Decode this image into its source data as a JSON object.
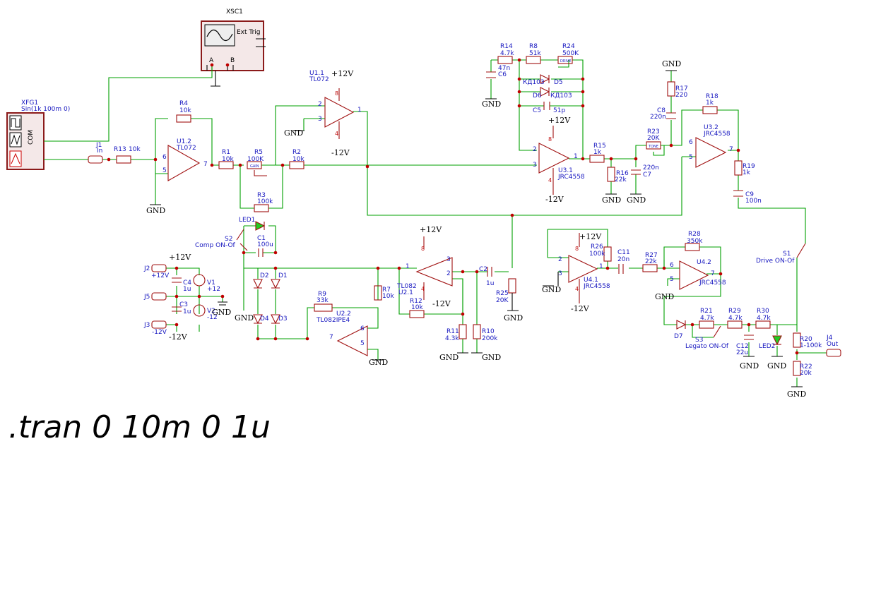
{
  "spice_directive": ".tran 0 10m 0 1u",
  "instruments": {
    "scope": {
      "name": "XSC1",
      "ext_trig": "Ext Trig",
      "ch_a": "A",
      "ch_b": "B"
    },
    "fgen": {
      "name": "XFG1",
      "params": "Sin(1k 100m 0)",
      "com": "COM"
    }
  },
  "labels": {
    "j1": "J1",
    "j1_sub": "In",
    "r13": "R13",
    "r13_val": "10k",
    "r4": "R4",
    "r4_val": "10k",
    "u12": "U1.2",
    "u12_part": "TL072",
    "u11": "U1.1",
    "u11_part": "TL072",
    "r1": "R1",
    "r1_val": "10k",
    "r5": "R5",
    "r5_val": "100K",
    "r5_tag": "GAIN",
    "r2": "R2",
    "r2_val": "10k",
    "r3": "R3",
    "r3_val": "100k",
    "r14": "R14",
    "r14_val": "4.7k",
    "r8": "R8",
    "r8_val": "51k",
    "r24": "R24",
    "r24_val": "500K",
    "r24_tag": "DRIVE",
    "c6": "C6",
    "c6_val": "47n",
    "d5": "D5",
    "d5_part": "КД103",
    "d6": "D6",
    "d6_part": "КД103",
    "c5": "C5",
    "c5_val": "51p",
    "u31": "U3.1",
    "u31_part": "JRC4558",
    "r15": "R15",
    "r15_val": "1k",
    "r16": "R16",
    "r16_val": "22k",
    "c7": "C7",
    "c7_val": "220n",
    "r17": "R17",
    "r17_val": "220",
    "c8": "C8",
    "c8_val": "220n",
    "r23": "R23",
    "r23_val": "20K",
    "r23_tag": "TONE",
    "r18": "R18",
    "r18_val": "1k",
    "u32": "U3.2",
    "u32_part": "JRC4558",
    "r19": "R19",
    "r19_val": "1k",
    "c9": "C9",
    "c9_val": "100n",
    "led1": "LED1",
    "s2": "S2",
    "s2_sub": "Comp ON-Of",
    "c1": "C1",
    "c1_val": "100u",
    "d1": "D1",
    "d2": "D2",
    "d3": "D3",
    "d4": "D4",
    "r9": "R9",
    "r9_val": "33k",
    "u22": "U2.2",
    "u22_part": "TL082IPE4",
    "r7": "R7",
    "r7_val": "10k",
    "u21": "U2.1",
    "u21_part": "TL082",
    "r12": "R12",
    "r12_val": "10k",
    "c2": "C2",
    "c2_val": "1u",
    "r25": "R25",
    "r25_val": "20K",
    "r11": "R11",
    "r11_val": "4.3k",
    "r10": "R10",
    "r10_val": "200k",
    "r26": "R26",
    "r26_val": "100k",
    "c11": "C11",
    "c11_val": "20n",
    "r27": "R27",
    "r27_val": "22k",
    "u41": "U4.1",
    "u41_part": "JRC4558",
    "r28": "R28",
    "r28_val": "350k",
    "u42": "U4.2",
    "u42_part": "JRC4558",
    "d7": "D7",
    "r21": "R21",
    "r21_val": "4.7k",
    "r29": "R29",
    "r29_val": "4.7k",
    "r30": "R30",
    "r30_val": "4.7k",
    "s3": "S3",
    "s3_sub": "Legato ON-Of",
    "c12": "C12",
    "c12_val": "22u",
    "led2": "LED2",
    "s1": "S1",
    "s1_sub": "Drive ON-Of",
    "r20": "R20",
    "r20_val": "1-100k",
    "r22": "R22",
    "r22_val": "20k",
    "j4": "J4",
    "j4_sub": "Out",
    "j2": "J2",
    "j2_sub": "+12V",
    "j5": "J5",
    "j3": "J3",
    "j3_sub": "-12V",
    "c4": "C4",
    "c4_val": "1u",
    "c3": "C3",
    "c3_val": "1u",
    "v1": "V1",
    "v1_val": "+12",
    "v2": "V2",
    "v2_val": "-12",
    "gnd": "GND",
    "vpos": "+12V",
    "vneg": "-12V"
  },
  "colors": {
    "wire": "#00a000",
    "component": "#a01010",
    "label_blue": "#1818c0",
    "junction": "#c00000",
    "led_fill": "#22cc22"
  }
}
